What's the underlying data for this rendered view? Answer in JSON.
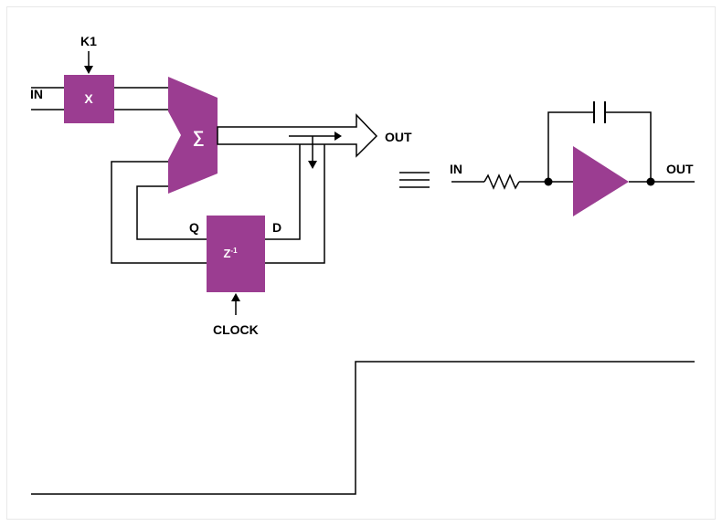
{
  "colors": {
    "block": "#9b3d91",
    "wire": "#000000"
  },
  "integrator": {
    "k1_label": "K1",
    "in_label": "IN",
    "multiplier_symbol": "X",
    "adder_symbol": "∑",
    "out_label": "OUT",
    "delay_symbol": "Z",
    "delay_exponent": "-1",
    "q_label": "Q",
    "d_label": "D",
    "clock_label": "CLOCK"
  },
  "equivalence_symbol": "≡",
  "analog": {
    "in_label": "IN",
    "out_label": "OUT"
  }
}
